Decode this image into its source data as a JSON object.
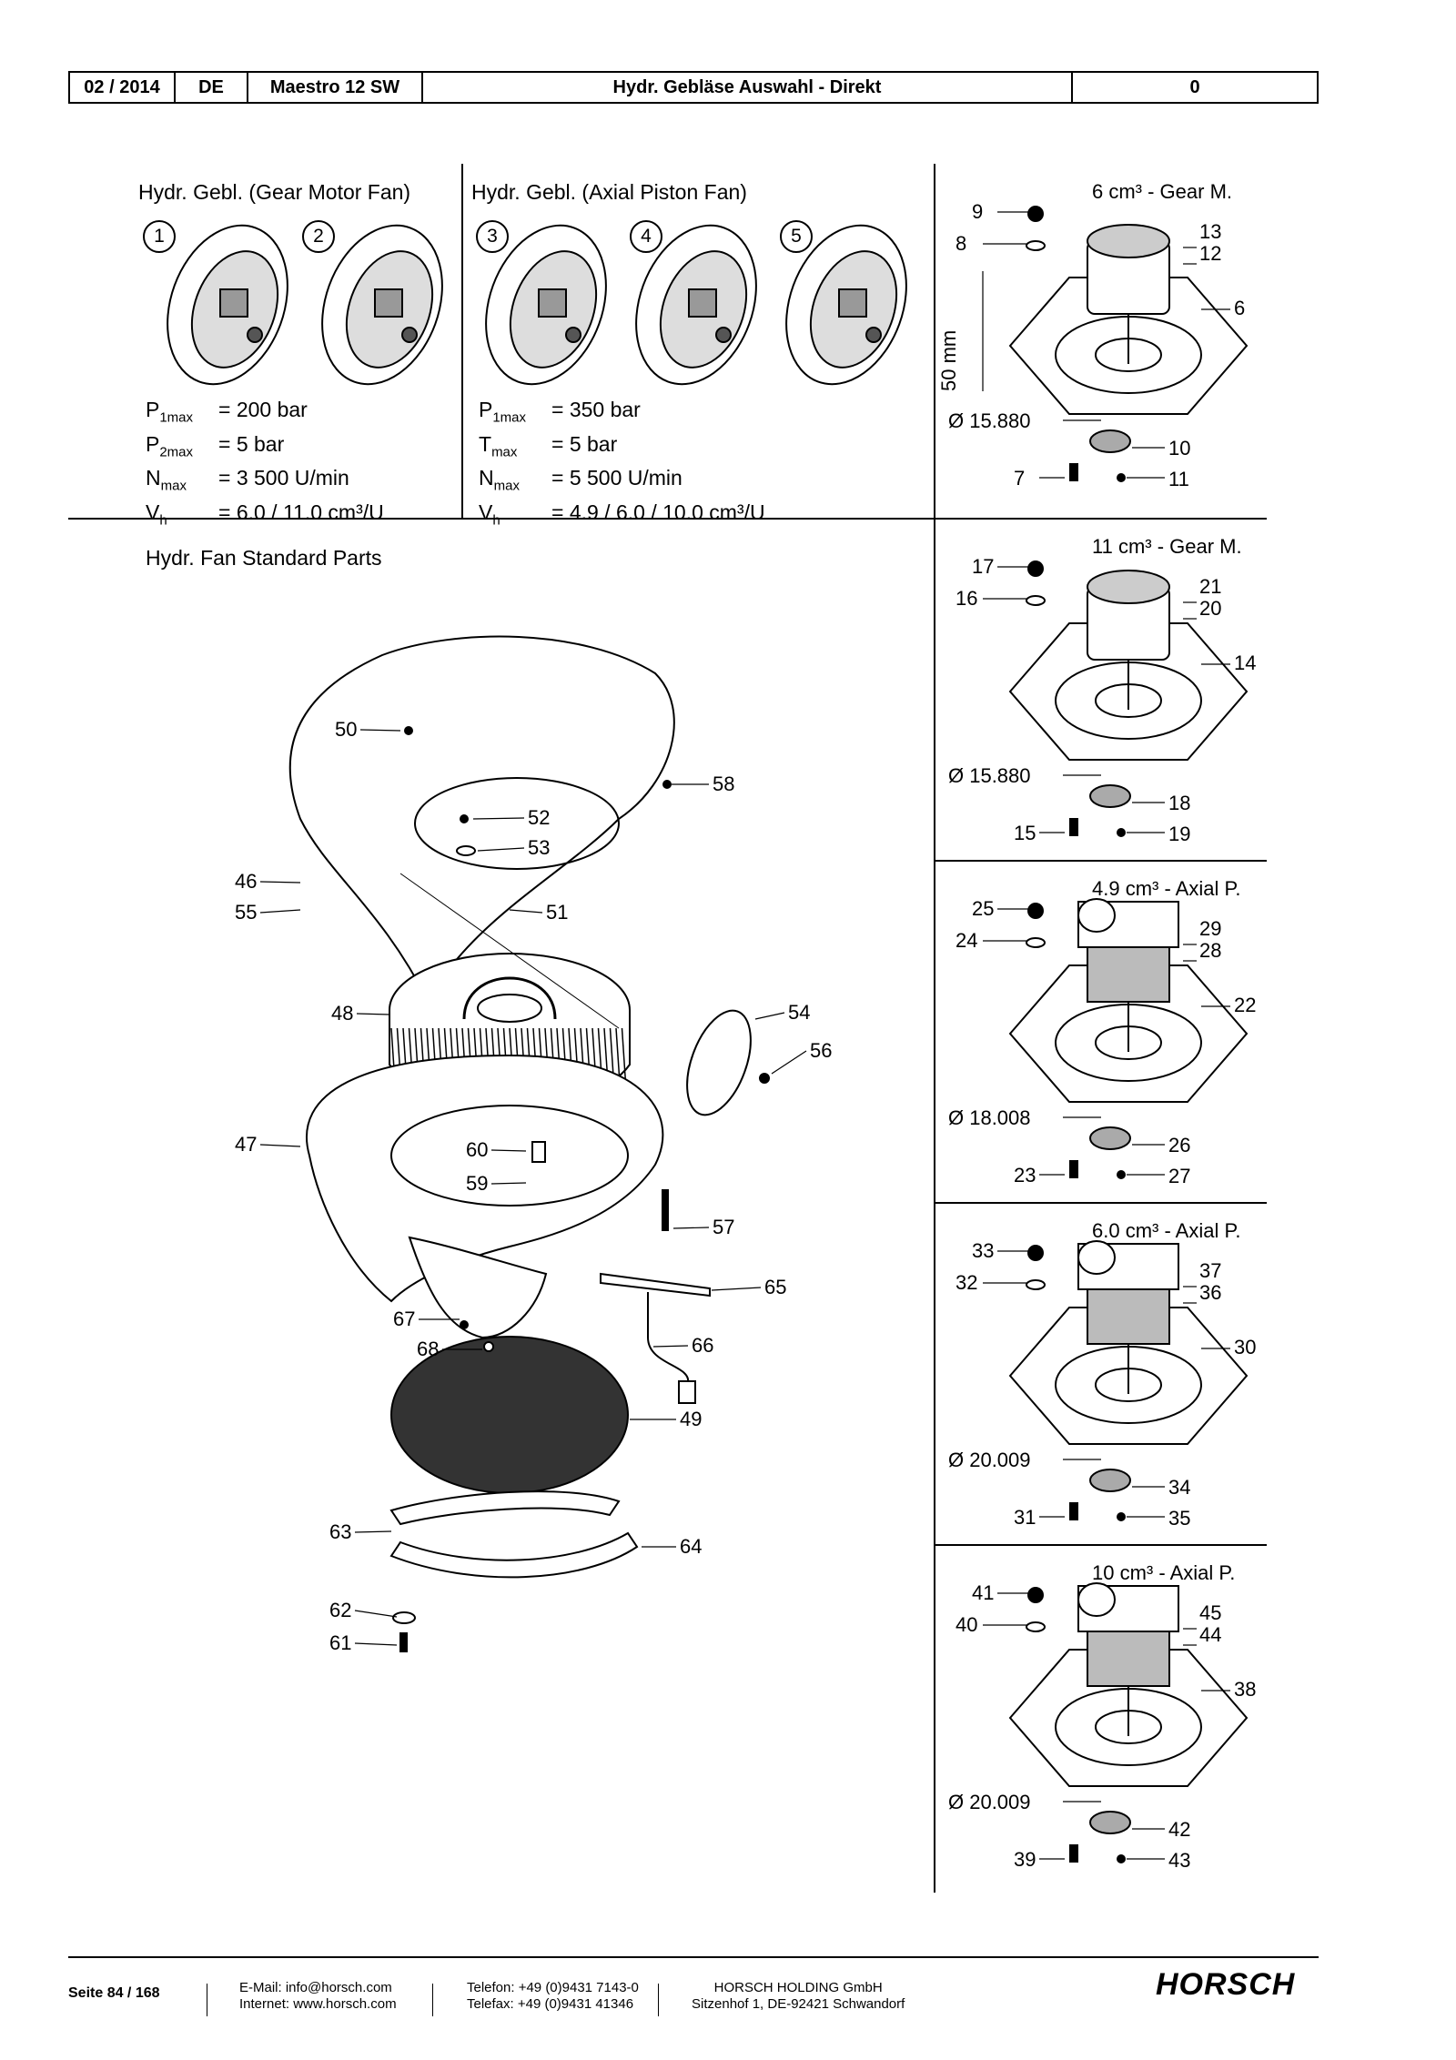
{
  "header": {
    "date": "02 / 2014",
    "lang": "DE",
    "model": "Maestro 12 SW",
    "title": "Hydr. Gebläse Auswahl - Direkt",
    "rev": "0"
  },
  "gear_section": {
    "title": "Hydr. Gebl. (Gear Motor Fan)",
    "numbers": [
      "1",
      "2"
    ],
    "specs": [
      {
        "sym": "P",
        "sub": "1max",
        "val": "= 200 bar"
      },
      {
        "sym": "P",
        "sub": "2max",
        "val": "= 5 bar"
      },
      {
        "sym": "N",
        "sub": "max",
        "val": "= 3 500 U/min"
      },
      {
        "sym": "V",
        "sub": "h",
        "val": "= 6.0 / 11.0 cm³/U"
      }
    ]
  },
  "axial_section": {
    "title": "Hydr. Gebl. (Axial Piston Fan)",
    "numbers": [
      "3",
      "4",
      "5"
    ],
    "specs": [
      {
        "sym": "P",
        "sub": "1max",
        "val": "= 350 bar"
      },
      {
        "sym": "T",
        "sub": "max",
        "val": "= 5 bar"
      },
      {
        "sym": "N",
        "sub": "max",
        "val": "= 5 500 U/min"
      },
      {
        "sym": "V",
        "sub": "h",
        "val": "= 4.9 / 6.0 / 10.0 cm³/U"
      }
    ]
  },
  "standard": {
    "title": "Hydr. Fan Standard Parts",
    "callouts": [
      "50",
      "58",
      "52",
      "53",
      "46",
      "55",
      "51",
      "48",
      "54",
      "56",
      "47",
      "60",
      "59",
      "57",
      "65",
      "67",
      "68",
      "66",
      "49",
      "63",
      "64",
      "62",
      "61"
    ]
  },
  "motors": [
    {
      "title": "6 cm³ - Gear M.",
      "dim": "50 mm",
      "dia": "Ø 15.880",
      "parts": [
        "9",
        "8",
        "13",
        "12",
        "6",
        "10",
        "7",
        "11"
      ]
    },
    {
      "title": "11 cm³ - Gear M.",
      "dia": "Ø 15.880",
      "parts": [
        "17",
        "16",
        "21",
        "20",
        "14",
        "18",
        "15",
        "19"
      ]
    },
    {
      "title": "4.9 cm³ - Axial P.",
      "dia": "Ø 18.008",
      "parts": [
        "25",
        "24",
        "29",
        "28",
        "22",
        "26",
        "23",
        "27"
      ]
    },
    {
      "title": "6.0 cm³ - Axial P.",
      "dia": "Ø 20.009",
      "parts": [
        "33",
        "32",
        "37",
        "36",
        "30",
        "34",
        "31",
        "35"
      ]
    },
    {
      "title": "10 cm³ - Axial P.",
      "dia": "Ø 20.009",
      "parts": [
        "41",
        "40",
        "45",
        "44",
        "38",
        "42",
        "39",
        "43"
      ]
    }
  ],
  "footer": {
    "page": "Seite 84 / 168",
    "email": "E-Mail: info@horsch.com",
    "internet": "Internet: www.horsch.com",
    "phone": "Telefon: +49 (0)9431 7143-0",
    "fax": "Telefax: +49 (0)9431 41346",
    "company": "HORSCH HOLDING GmbH",
    "address": "Sitzenhof 1, DE-92421 Schwandorf",
    "logo": "HORSCH"
  }
}
